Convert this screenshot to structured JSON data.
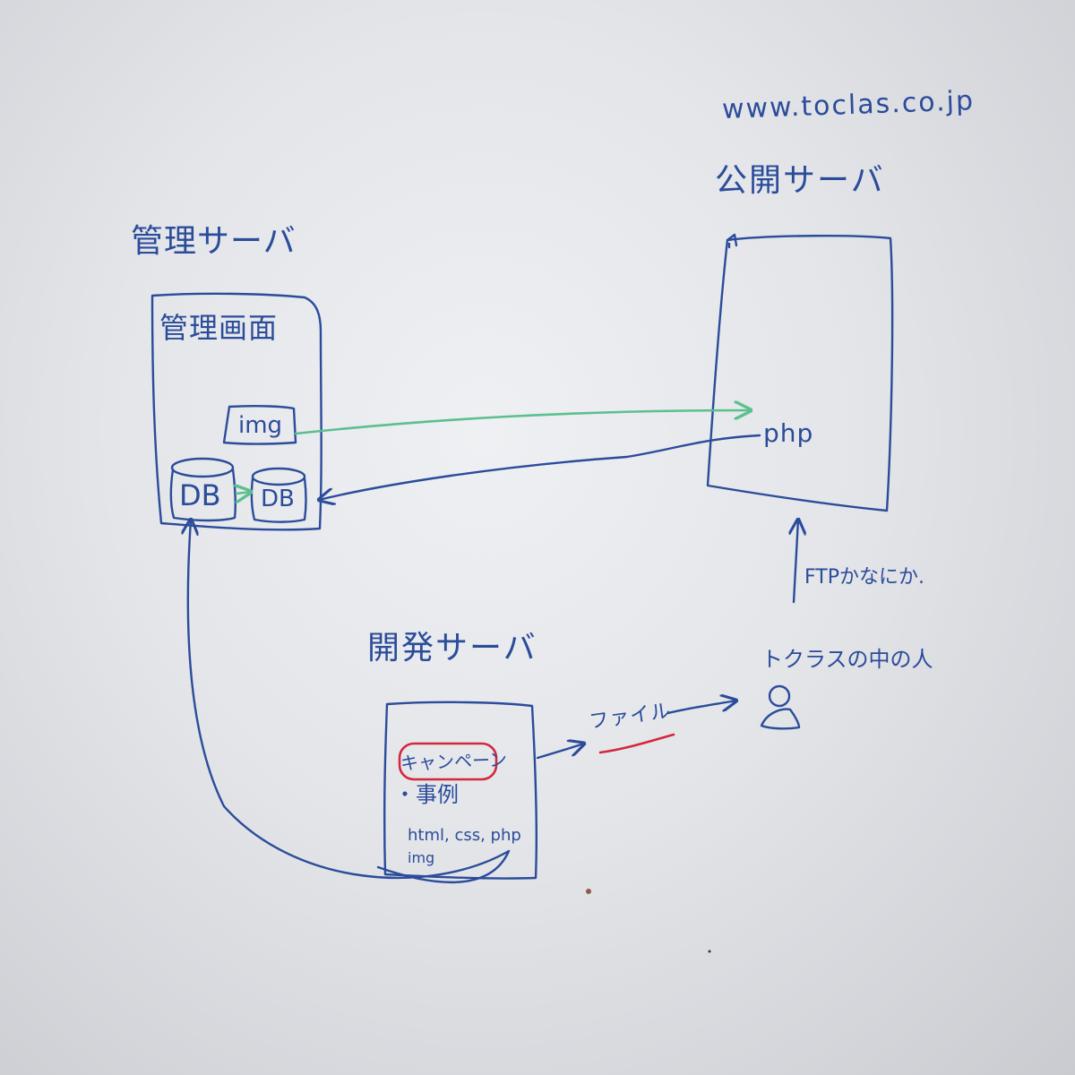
{
  "labels": {
    "domain_url": "www.toclas.co.jp",
    "public_server": "公開サーバ",
    "admin_server": "管理サーバ",
    "admin_screen": "管理画面",
    "img_box": "img",
    "db_source": "DB",
    "db_copy": "DB",
    "php": "php",
    "ftp_note": "FTPかなにか.",
    "dev_server": "開発サーバ",
    "person_label": "トクラスの中の人",
    "file_arrow_label": "ファイル",
    "dev_item_campaign": "キャンペーン",
    "dev_item_cases": "・事例",
    "dev_item_files": "html, css, php",
    "dev_item_img": "img"
  },
  "colors": {
    "ink_blue": "#2b4c9a",
    "ink_green": "#5cbf8e",
    "ink_red": "#d4283e",
    "board": "#e6e8ec"
  },
  "icons": {
    "person": "person-icon",
    "database": "database-icon"
  }
}
